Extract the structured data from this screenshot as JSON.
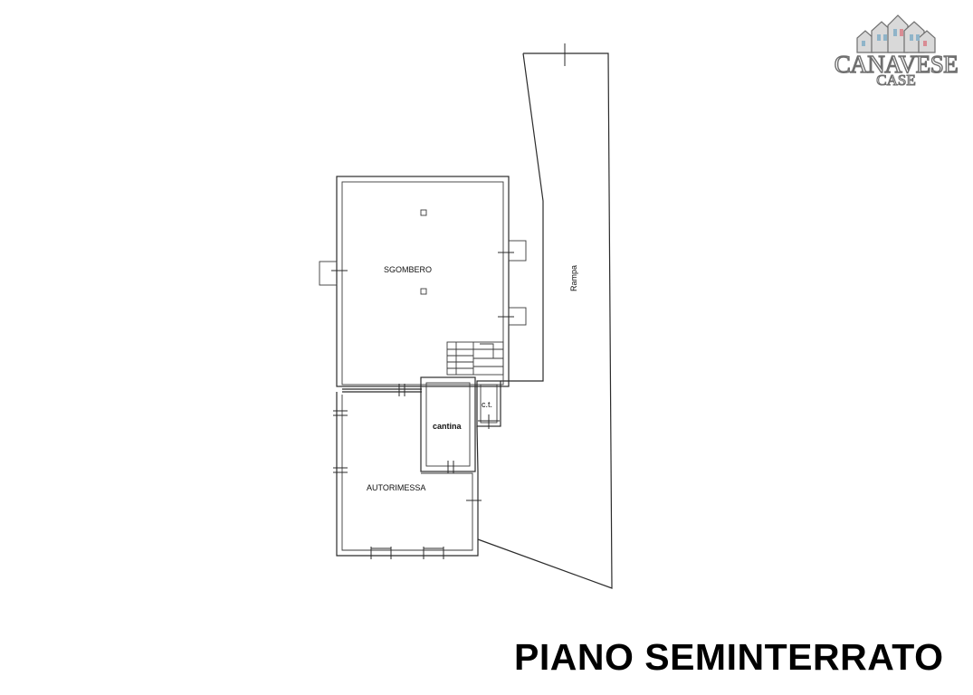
{
  "floor_title": "PIANO SEMINTERRATO",
  "logo": {
    "name": "CANAVESE",
    "subtitle": "CASE",
    "icon": "houses-icon"
  },
  "rooms": {
    "sgombero": "SGOMBERO",
    "autorimessa": "AUTORIMESSA",
    "cantina": "cantina",
    "ct": "c.t.",
    "rampa": "Rampa"
  },
  "colors": {
    "line": "#2b2b2b",
    "text": "#000000",
    "logo_outline": "#6f6f6f",
    "logo_window": "#8fb4c9",
    "logo_window_accent": "#d98c94"
  }
}
